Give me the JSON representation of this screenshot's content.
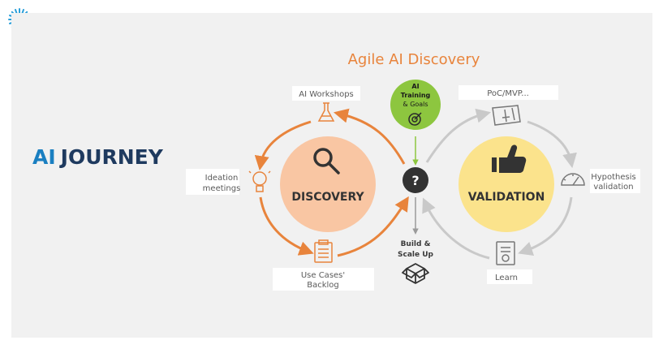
{
  "title": "Agile AI Discovery",
  "journey": {
    "prefix": "AI",
    "word": "JOURNEY"
  },
  "discovery": {
    "label": "DISCOVERY",
    "steps": {
      "workshops": "AI Workshops",
      "ideation": [
        "Ideation",
        "meetings"
      ],
      "backlog": [
        "Use Cases'",
        "Backlog"
      ]
    }
  },
  "validation": {
    "label": "VALIDATION",
    "steps": {
      "poc": "PoC/MVP...",
      "hypothesis": [
        "Hypothesis",
        "validation"
      ],
      "learn": "Learn"
    }
  },
  "training": [
    "AI",
    "Training",
    "& Goals"
  ],
  "center_symbol": "?",
  "build": [
    "Build &",
    "Scale Up"
  ],
  "colors": {
    "orange": "#e8843c",
    "gray_arrow": "#c9c9c9",
    "discovery_fill": "#f9c6a3",
    "validation_fill": "#fbe38c",
    "training_fill": "#8dc63f",
    "center_fill": "#333333"
  },
  "icons": [
    "logo-icon",
    "magnifier-icon",
    "flask-icon",
    "lightbulb-icon",
    "clipboard-icon",
    "target-icon",
    "thumbs-up-icon",
    "blueprint-icon",
    "gauge-icon",
    "certificate-icon",
    "box-icon"
  ]
}
